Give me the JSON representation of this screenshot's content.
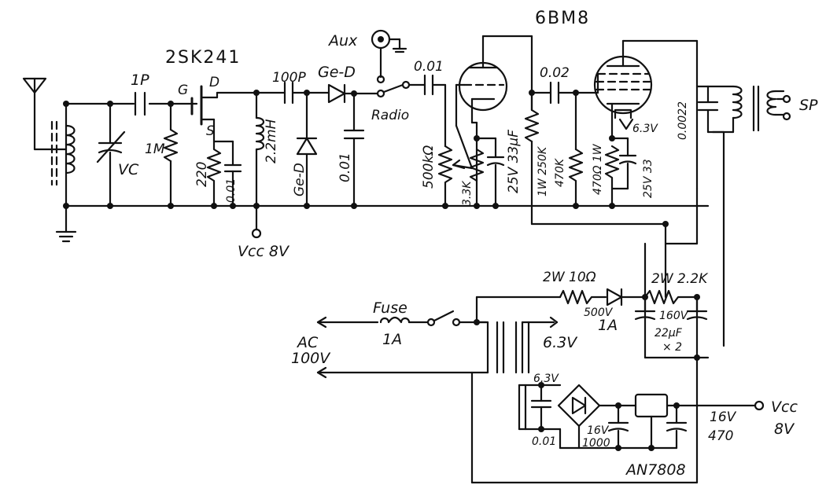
{
  "labels": {
    "fet_part": "2SK241",
    "fet_gate": "G",
    "fet_drain": "D",
    "fet_source": "S",
    "cap_1p": "1P",
    "res_1m": "1M",
    "vc": "VC",
    "res_220": "220",
    "cap_001_src": "0.01",
    "choke_22mh": "2.2mH",
    "vcc8_top": "Vcc 8V",
    "cap_100p": "100P",
    "diode_ge_top": "Ge-D",
    "diode_ge_bottom": "Ge-D",
    "cap_001_det": "0.01",
    "aux": "Aux",
    "radio": "Radio",
    "cap_001_in": "0.01",
    "pot_500k": "500kΩ",
    "res_33k": "3.3K",
    "cap_33uf": "25V 33μF",
    "tube": "6BM8",
    "cap_002": "0.02",
    "res_250k": "1W 250K",
    "res_470k": "470K",
    "res_470": "470Ω 1W",
    "cap_25v33": "25V 33",
    "heater_63": "6.3V",
    "cap_0022": "0.0022",
    "sp": "SP",
    "res_10": "2W 10Ω",
    "diode_500v": "500V",
    "diode_1a": "1A",
    "res_22k": "2W 2.2K",
    "cap_160v": "160V",
    "cap_22uf": "22μF",
    "cap_x2": "× 2",
    "fuse": "Fuse",
    "fuse_1a": "1A",
    "ac": "AC",
    "ac_100v": "100V",
    "sec_63": "6.3V",
    "sec_63_low": "6.3V",
    "cap_001_psu": "0.01",
    "cap_16v": "16V",
    "cap_1000": "1000",
    "cap_16v_out": "16V",
    "cap_470": "470",
    "vcc_out": "Vcc",
    "vcc_out_8v": "8V",
    "regulator": "AN7808"
  }
}
